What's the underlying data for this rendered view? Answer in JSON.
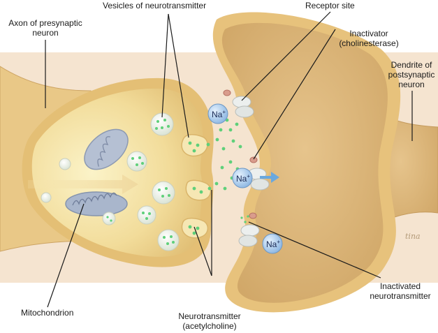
{
  "labels": {
    "vesicles": "Vesicles of neurotransmitter",
    "receptor": "Receptor site",
    "axon_1": "Axon of presynaptic",
    "axon_2": "neuron",
    "inactivator_1": "Inactivator",
    "inactivator_2": "(cholinesterase)",
    "dendrite_1": "Dendrite of",
    "dendrite_2": "postsynaptic",
    "dendrite_3": "neuron",
    "mitochondrion": "Mitochondrion",
    "inactivated_1": "Inactivated",
    "inactivated_2": "neurotransmitter",
    "neurotransmitter_1": "Neurotransmitter",
    "neurotransmitter_2": "(acetylcholine)"
  },
  "ions": [
    {
      "symbol": "Na",
      "charge": "+"
    },
    {
      "symbol": "Na",
      "charge": "+"
    },
    {
      "symbol": "Na",
      "charge": "+"
    }
  ],
  "signature": "tina",
  "colors": {
    "background": "#f5e4d0",
    "membrane": "#e3be74",
    "axon_fill": "#f2d99a",
    "dendrite_fill": "#dcb67a",
    "mitochondrion": "#a9b6cc",
    "neurotransmitter": "#5fd07a",
    "ion": "#9cc4ea",
    "arrow": "#6aa8de"
  }
}
